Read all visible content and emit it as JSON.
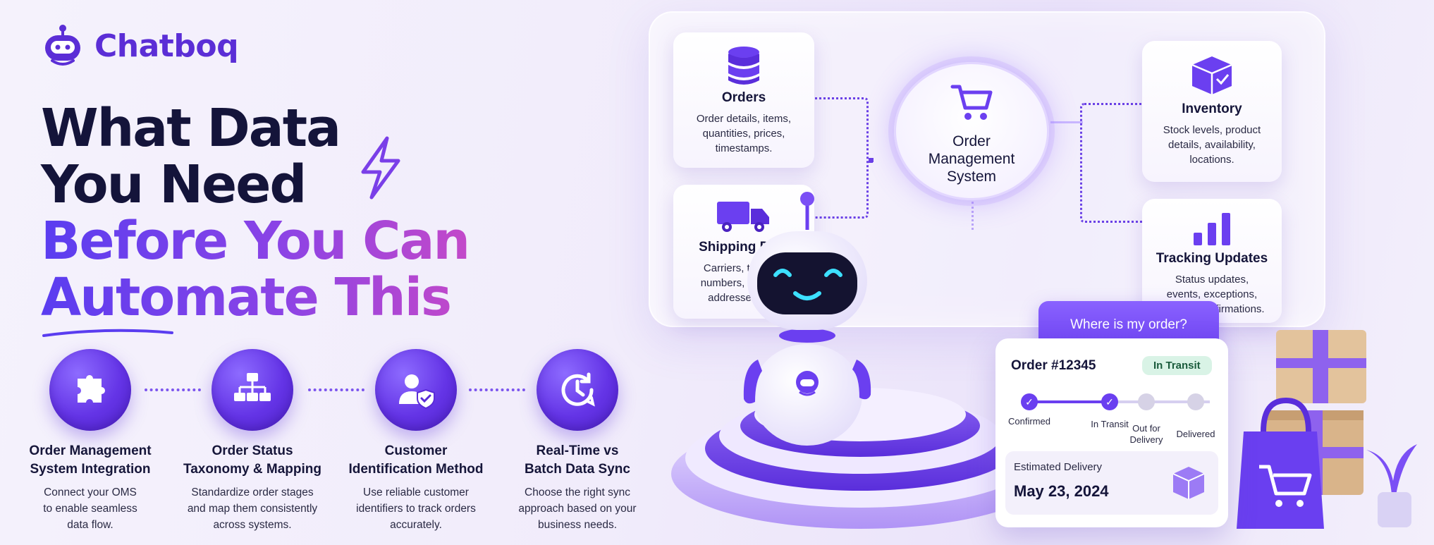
{
  "brand": {
    "name": "Chatboq"
  },
  "headline": {
    "line1": "What Data",
    "line2": "You Need",
    "line3": "Before You Can",
    "line4": "Automate This"
  },
  "features": [
    {
      "icon": "puzzle-icon",
      "title1": "Order Management",
      "title2": "System Integration",
      "desc1": "Connect your OMS",
      "desc2": "to enable seamless",
      "desc3": "data flow."
    },
    {
      "icon": "hierarchy-icon",
      "title1": "Order Status",
      "title2": "Taxonomy & Mapping",
      "desc1": "Standardize order stages",
      "desc2": "and map them consistently",
      "desc3": "across systems."
    },
    {
      "icon": "user-shield-icon",
      "title1": "Customer",
      "title2": "Identification Method",
      "desc1": "Use reliable customer",
      "desc2": "identifiers to track orders",
      "desc3": "accurately."
    },
    {
      "icon": "clock-sync-icon",
      "title1": "Real-Time vs",
      "title2": "Batch Data Sync",
      "desc1": "Choose the right sync",
      "desc2": "approach based on your",
      "desc3": "business needs."
    }
  ],
  "diagram": {
    "center": {
      "line1": "Order",
      "line2": "Management",
      "line3": "System",
      "icon": "cart-icon"
    },
    "orders": {
      "title": "Orders",
      "desc1": "Order details, items,",
      "desc2": "quantities, prices,",
      "desc3": "timestamps.",
      "icon": "database-icon"
    },
    "shipping": {
      "title": "Shipping Data",
      "desc1": "Carriers, tracking",
      "desc2": "numbers, shipping",
      "desc3": "addresses, etc.",
      "icon": "truck-icon"
    },
    "inventory": {
      "title": "Inventory",
      "desc1": "Stock levels, product",
      "desc2": "details, availability,",
      "desc3": "locations.",
      "icon": "box-icon"
    },
    "tracking": {
      "title": "Tracking Updates",
      "desc1": "Status updates,",
      "desc2": "events, exceptions,",
      "desc3": "delivery confirmations.",
      "icon": "bar-chart-icon"
    }
  },
  "chat": {
    "question": "Where is my order?",
    "order_id": "Order #12345",
    "status": "In Transit",
    "steps": [
      {
        "label1": "Confirmed",
        "label2": "",
        "done": true
      },
      {
        "label1": "In Transit",
        "label2": "",
        "done": true
      },
      {
        "label1": "Out for",
        "label2": "Delivery",
        "done": false
      },
      {
        "label1": "Delivered",
        "label2": "",
        "done": false
      }
    ],
    "eta_label": "Estimated Delivery",
    "eta_date": "May 23, 2024"
  },
  "colors": {
    "brand": "#5b2ed6",
    "accent": "#6a40e6",
    "badge_bg": "#d9f3e6"
  }
}
